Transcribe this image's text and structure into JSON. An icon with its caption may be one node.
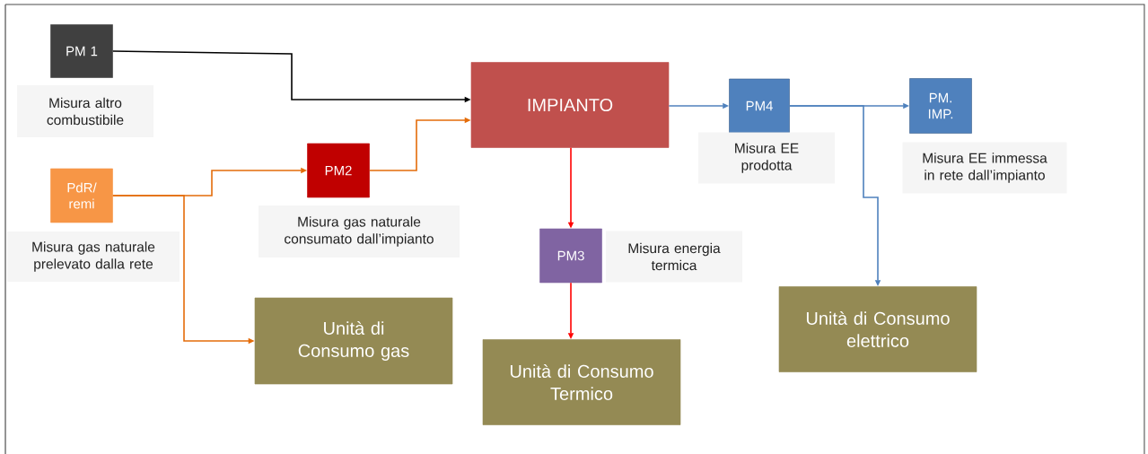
{
  "diagram": {
    "nodes": [
      {
        "text": [
          "PM 1"
        ],
        "beside": [
          "Misura altro combustibile"
        ]
      },
      {
        "text": [
          "PdR/ remi"
        ],
        "beside": [
          "Misura gas naturale prelevato dalla rete"
        ]
      },
      {
        "text": [
          "PM2"
        ],
        "beside": [
          "Misura gas naturale consumato dall’impianto"
        ]
      },
      {
        "text": [
          "IMPIANTO"
        ]
      },
      {
        "text": [
          "PM4"
        ],
        "beside": [
          "Misura EE prodotta"
        ]
      },
      {
        "text": [
          "PM. IMP."
        ],
        "beside": [
          "Misura EE immessa in rete dall’impianto"
        ]
      },
      {
        "text": [
          "PM3"
        ],
        "beside": [
          "Misura energia termica"
        ]
      },
      {
        "text": [
          "Unità di Consumo gas"
        ]
      },
      {
        "text": [
          "Unità di Consumo Termico"
        ]
      },
      {
        "text": [
          "Unità di Consumo elettrico"
        ]
      }
    ],
    "edges": [
      {
        "from": 0,
        "to": 3,
        "arrow": "to",
        "color": "#000000"
      },
      {
        "from": 1,
        "to": 2,
        "arrow": "to",
        "color": "#e46c0a"
      },
      {
        "from": 2,
        "to": 3,
        "arrow": "to",
        "color": "#e46c0a"
      },
      {
        "from": 1,
        "to": 7,
        "arrow": "to",
        "color": "#e46c0a"
      },
      {
        "from": 3,
        "to": 4,
        "arrow": "to",
        "color": "#4f81bd"
      },
      {
        "from": 4,
        "to": 5,
        "arrow": "to",
        "color": "#4f81bd"
      },
      {
        "from": 4,
        "to": 9,
        "arrow": "to",
        "color": "#4f81bd"
      },
      {
        "from": 3,
        "to": 6,
        "arrow": "to",
        "color": "#ff0000"
      },
      {
        "from": 6,
        "to": 8,
        "arrow": "to",
        "color": "#ff0000"
      }
    ]
  }
}
